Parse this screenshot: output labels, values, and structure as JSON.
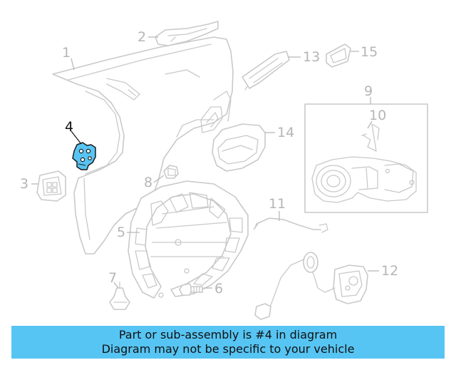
{
  "diagram": {
    "highlighted_part": "4",
    "callouts": {
      "c1": "1",
      "c2": "2",
      "c3": "3",
      "c4": "4",
      "c5": "5",
      "c6": "6",
      "c7": "7",
      "c8": "8",
      "c9": "9",
      "c10": "10",
      "c11": "11",
      "c12": "12",
      "c13": "13",
      "c14": "14",
      "c15": "15"
    }
  },
  "banner": {
    "line1": "Part or sub-assembly is #4 in diagram",
    "line2": "Diagram may not be specific to your vehicle"
  },
  "colors": {
    "highlight": "#57c5f3",
    "line_art": "#c9c9c9",
    "callout_text": "#b5b5b5"
  }
}
